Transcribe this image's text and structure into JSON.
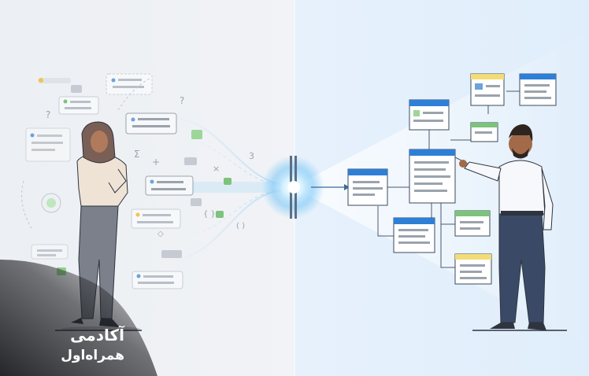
{
  "branding": {
    "line1": "آکادمی",
    "line2": "همراه‌اول"
  },
  "colors": {
    "left_bg": "#edf0f4",
    "right_bg": "#e3f0fc",
    "accent_blue": "#2e7fd6",
    "accent_green": "#7cc37b",
    "accent_yellow": "#f3dc77",
    "glow": "#9fd8ff",
    "person_shirt": "#f6f8fb",
    "person_pants": "#3a4a66",
    "woman_scarf": "#7a5f57",
    "woman_pants": "#7b808a"
  },
  "scene": {
    "left": "scattered chat bubbles, symbols and question marks flowing into a funnel",
    "center": "bright glowing lens focusing the flow",
    "right": "organized flowchart of connected cards"
  }
}
